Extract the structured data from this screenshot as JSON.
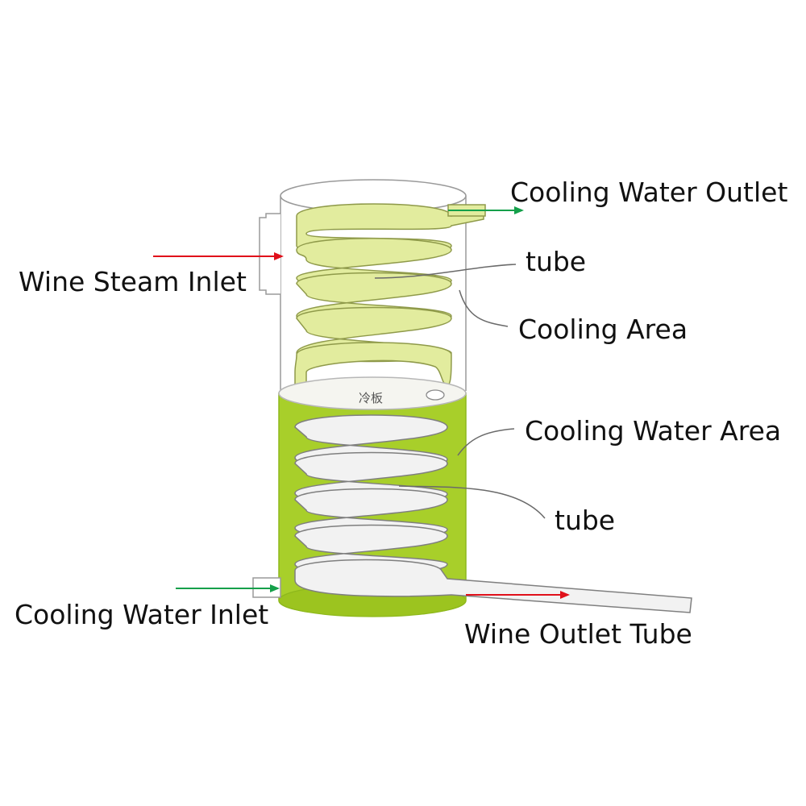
{
  "labels": {
    "cooling_water_outlet": "Cooling Water Outlet",
    "tube_upper": "tube",
    "wine_steam_inlet": "Wine Steam Inlet",
    "cooling_area": "Cooling Area",
    "cooling_water_area": "Cooling Water Area",
    "tube_lower": "tube",
    "cooling_water_inlet": "Cooling Water Inlet",
    "wine_outlet_tube": "Wine Outlet Tube",
    "cold_plate": "冷板"
  },
  "colors": {
    "coil_upper": "#e2ec9e",
    "coil_upper_stroke": "#8f9a4a",
    "water_jacket": "#a8cf2a",
    "water_jacket_dark": "#8eb81c",
    "coil_lower": "#f2f2f2",
    "coil_lower_stroke": "#7f7f7f",
    "arrow_red": "#e0101a",
    "arrow_green": "#14a04a",
    "outline": "#9a9a9a"
  }
}
